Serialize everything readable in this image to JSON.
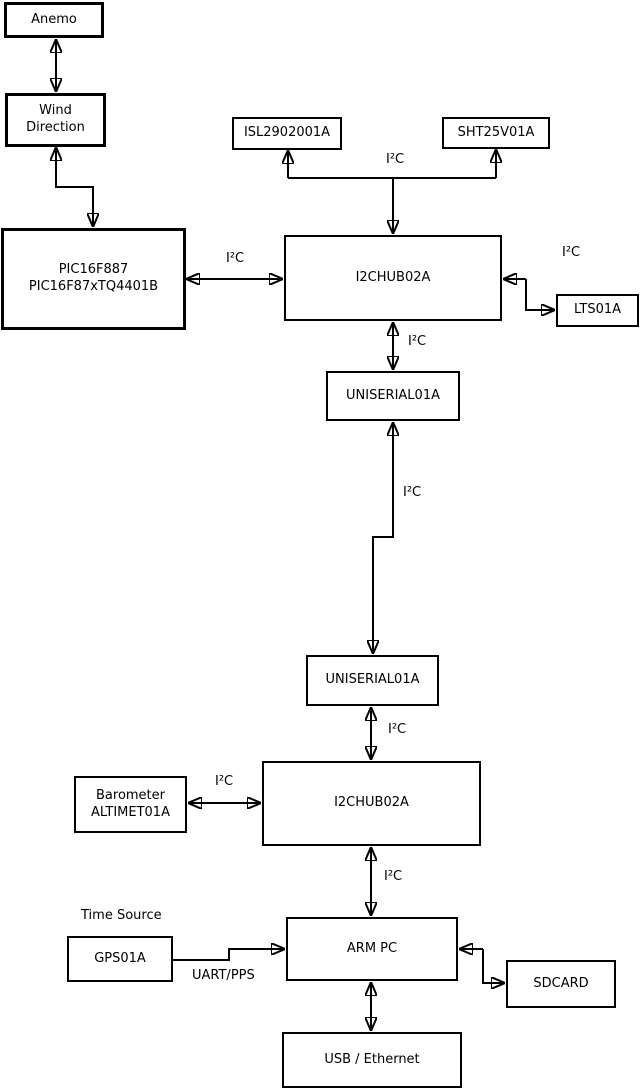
{
  "nodes": {
    "anemo": {
      "label": "Anemo"
    },
    "wind_direction": {
      "line1": "Wind",
      "line2": "Direction"
    },
    "pic": {
      "line1": "PIC16F887",
      "line2": "PIC16F87xTQ4401B"
    },
    "isl2902001a": {
      "label": "ISL2902001A"
    },
    "sht25v01a": {
      "label": "SHT25V01A"
    },
    "i2chub_upper": {
      "label": "I2CHUB02A"
    },
    "lts01a": {
      "label": "LTS01A"
    },
    "uniserial_upper": {
      "label": "UNISERIAL01A"
    },
    "uniserial_lower": {
      "label": "UNISERIAL01A"
    },
    "i2chub_lower": {
      "label": "I2CHUB02A"
    },
    "barometer": {
      "line1": "Barometer",
      "line2": "ALTIMET01A"
    },
    "arm_pc": {
      "label": "ARM PC"
    },
    "gps01a": {
      "label": "GPS01A"
    },
    "sdcard": {
      "label": "SDCARD"
    },
    "usb_ethernet": {
      "label": "USB / Ethernet"
    }
  },
  "labels": {
    "i2c": "I²C",
    "time_source": "Time Source",
    "uart_pps": "UART/PPS"
  },
  "colors": {
    "line": "#000000",
    "background": "#ffffff",
    "box_fill": "#ffffff"
  }
}
